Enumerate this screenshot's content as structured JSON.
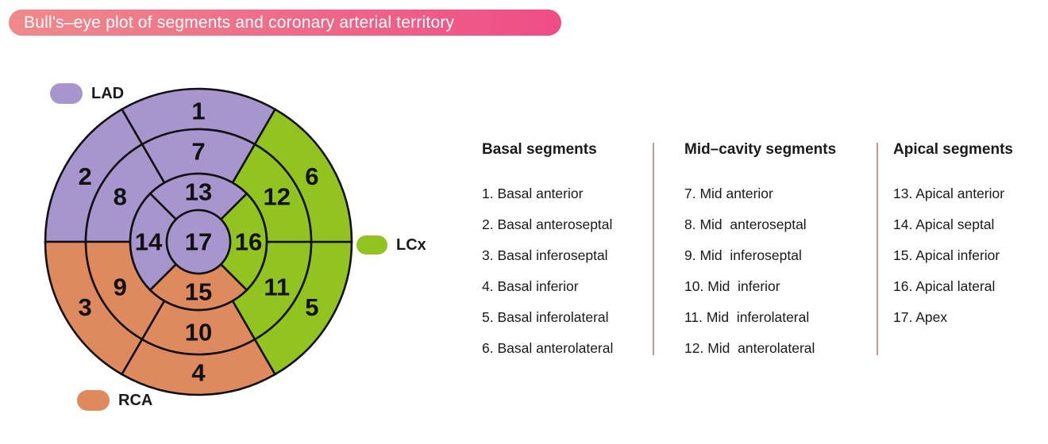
{
  "banner": {
    "title": "Bull's–eye plot of segments and coronary arterial territory",
    "gradient_left": "#ee8a8b",
    "gradient_right": "#ee4d87",
    "text_color": "#ffffff"
  },
  "legend": {
    "territories": [
      {
        "id": "LAD",
        "label": "LAD",
        "color": "#a796cd"
      },
      {
        "id": "LCx",
        "label": "LCx",
        "color": "#92c320"
      },
      {
        "id": "RCA",
        "label": "RCA",
        "color": "#de8a5e"
      }
    ]
  },
  "columns": [
    {
      "header": "Basal segments",
      "items": [
        "1. Basal anterior",
        "2. Basal anteroseptal",
        "3. Basal inferoseptal",
        "4. Basal inferior",
        "5. Basal inferolateral",
        "6. Basal anterolateral"
      ]
    },
    {
      "header": "Mid–cavity segments",
      "items": [
        "7. Mid anterior",
        "8. Mid  anteroseptal",
        "9. Mid  inferoseptal",
        "10. Mid  inferior",
        "11. Mid  inferolateral",
        "12. Mid  anterolateral"
      ]
    },
    {
      "header": "Apical segments",
      "items": [
        "13. Apical anterior",
        "14. Apical septal",
        "15. Apical inferior",
        "16. Apical lateral",
        "17. Apex"
      ]
    }
  ],
  "chart_data": {
    "type": "bullseye-segment-map",
    "title": "Bull's–eye plot of segments and coronary arterial territory",
    "rings": [
      "basal",
      "mid-cavity",
      "apical",
      "apex"
    ],
    "outline_color": "#111111",
    "number_color": "#111111",
    "segments": [
      {
        "n": "1",
        "name": "Basal anterior",
        "ring": 0,
        "a0": 60,
        "a1": 120,
        "territory": "LAD"
      },
      {
        "n": "2",
        "name": "Basal anteroseptal",
        "ring": 0,
        "a0": 120,
        "a1": 180,
        "territory": "LAD"
      },
      {
        "n": "3",
        "name": "Basal inferoseptal",
        "ring": 0,
        "a0": 180,
        "a1": 240,
        "territory": "RCA"
      },
      {
        "n": "4",
        "name": "Basal inferior",
        "ring": 0,
        "a0": 240,
        "a1": 300,
        "territory": "RCA"
      },
      {
        "n": "5",
        "name": "Basal inferolateral",
        "ring": 0,
        "a0": 300,
        "a1": 360,
        "territory": "LCx"
      },
      {
        "n": "6",
        "name": "Basal anterolateral",
        "ring": 0,
        "a0": 0,
        "a1": 60,
        "territory": "LCx"
      },
      {
        "n": "7",
        "name": "Mid anterior",
        "ring": 1,
        "a0": 60,
        "a1": 120,
        "territory": "LAD"
      },
      {
        "n": "8",
        "name": "Mid anteroseptal",
        "ring": 1,
        "a0": 120,
        "a1": 180,
        "territory": "LAD"
      },
      {
        "n": "9",
        "name": "Mid inferoseptal",
        "ring": 1,
        "a0": 180,
        "a1": 240,
        "territory": "RCA"
      },
      {
        "n": "10",
        "name": "Mid inferior",
        "ring": 1,
        "a0": 240,
        "a1": 300,
        "territory": "RCA"
      },
      {
        "n": "11",
        "name": "Mid inferolateral",
        "ring": 1,
        "a0": 300,
        "a1": 360,
        "territory": "LCx"
      },
      {
        "n": "12",
        "name": "Mid anterolateral",
        "ring": 1,
        "a0": 0,
        "a1": 60,
        "territory": "LCx"
      },
      {
        "n": "13",
        "name": "Apical anterior",
        "ring": 2,
        "a0": 45,
        "a1": 135,
        "territory": "LAD"
      },
      {
        "n": "14",
        "name": "Apical septal",
        "ring": 2,
        "a0": 135,
        "a1": 225,
        "territory": "LAD"
      },
      {
        "n": "15",
        "name": "Apical inferior",
        "ring": 2,
        "a0": 225,
        "a1": 315,
        "territory": "RCA"
      },
      {
        "n": "16",
        "name": "Apical lateral",
        "ring": 2,
        "a0": -45,
        "a1": 45,
        "territory": "LCx"
      },
      {
        "n": "17",
        "name": "Apex",
        "ring": 3,
        "a0": 0,
        "a1": 360,
        "territory": "LAD"
      }
    ]
  }
}
